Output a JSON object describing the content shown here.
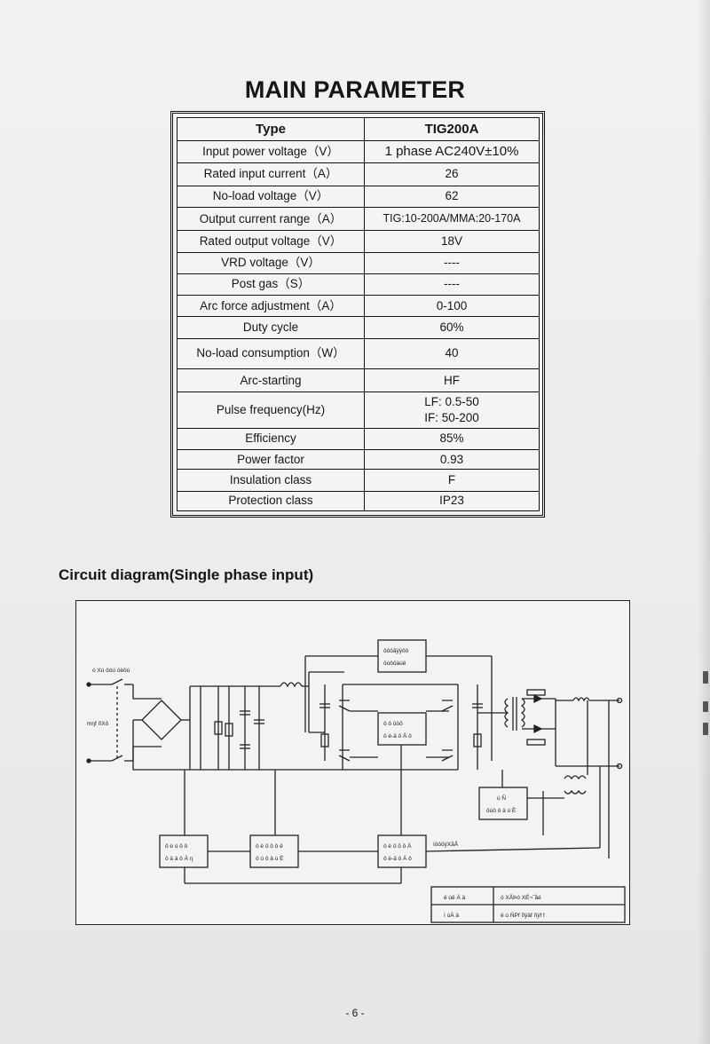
{
  "page": {
    "title": "MAIN PARAMETER",
    "subtitle": "Circuit diagram(Single phase input)",
    "page_number": "- 6 -"
  },
  "table": {
    "header": {
      "label": "Type",
      "value": "TIG200A"
    },
    "rows": [
      {
        "label": "Input power voltage（V）",
        "value": "1 phase AC240V±10%"
      },
      {
        "label": "Rated input current（A）",
        "value": "26"
      },
      {
        "label": "No-load voltage（V）",
        "value": "62"
      },
      {
        "label": "Output current range（A）",
        "value": "TIG:10-200A/MMA:20-170A"
      },
      {
        "label": "Rated output voltage（V）",
        "value": "18V"
      },
      {
        "label": "VRD voltage（V）",
        "value": "----"
      },
      {
        "label": "Post gas（S）",
        "value": "----"
      },
      {
        "label": "Arc force adjustment（A）",
        "value": "0-100"
      },
      {
        "label": "Duty cycle",
        "value": "60%"
      },
      {
        "label": "No-load consumption（W）",
        "value": "40"
      },
      {
        "label": "Arc-starting",
        "value": "HF"
      },
      {
        "label": "Pulse frequency(Hz)",
        "value": "LF: 0.5-50",
        "value2": "IF: 50-200"
      },
      {
        "label": "Efficiency",
        "value": "85%"
      },
      {
        "label": "Power factor",
        "value": "0.93"
      },
      {
        "label": "Insulation class",
        "value": "F"
      },
      {
        "label": "Protection class",
        "value": "IP23"
      }
    ]
  },
  "diagram": {
    "labels": {
      "input_top": "ó Xú ôóú óëôú",
      "input_side": "mŋf ñXô",
      "block_top": [
        "ôôöãÿÿôô",
        "ôúôôäúë"
      ],
      "block_mid": [
        "ô ô ûöõ",
        "ô è-ä ô Ä ô"
      ],
      "block_right": [
        "ú Ñ",
        "ôúô ô ä ú Ë"
      ],
      "block_bl": [
        "ô è ú ô ô",
        "ô ä ä ô Ä ŋ"
      ],
      "block_bm": [
        "ô è ô ô ô ë",
        "ô ú ô ä ú Ë"
      ],
      "block_br": [
        "ô è ô õ ô Ä",
        "ô è-ä ô Ä ô"
      ],
      "feedback": "ìôôôÿXãÅ",
      "title_block": [
        [
          "ë úë Ä ä",
          "ó XÅÞó XÉ¬ˆåé"
        ],
        [
          "ì úÄ ä",
          "ë ú ŃPf ñÿäf ñÿf f"
        ]
      ]
    }
  }
}
